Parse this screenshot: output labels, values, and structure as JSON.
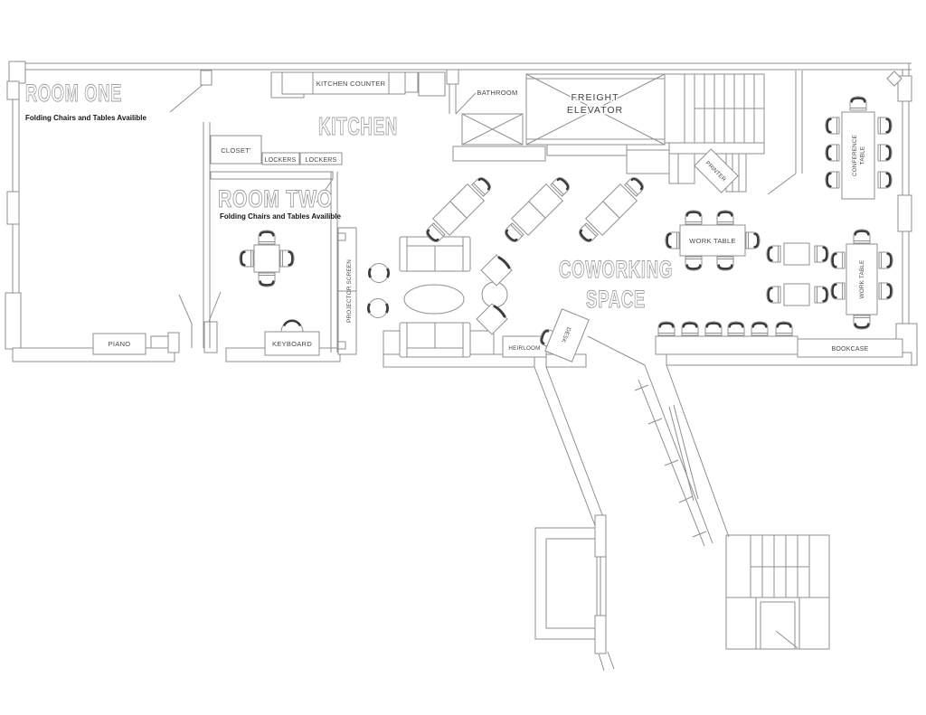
{
  "rooms": {
    "room_one": {
      "title": "ROOM ONE",
      "subtitle": "Folding Chairs and Tables Availible"
    },
    "room_two": {
      "title": "ROOM TWO",
      "subtitle": "Folding Chairs and Tables Availible"
    },
    "kitchen": {
      "title": "KITCHEN"
    },
    "coworking": {
      "line1": "COWORKING",
      "line2": "SPACE"
    },
    "bathroom": {
      "label": "BATHROOM"
    },
    "freight_elevator": {
      "line1": "FREIGHT",
      "line2": "ELEVATOR"
    }
  },
  "labels": {
    "kitchen_counter": "KITCHEN COUNTER",
    "closet": "CLOSET'",
    "lockers_a": "LOCKERS",
    "lockers_b": "LOCKERS",
    "printer": "PRINTER",
    "conference_table_line1": "CONFERENCE",
    "conference_table_line2": "TABLE",
    "work_table_left": "WORK TABLE",
    "work_table_right": "WORK TABLE",
    "piano": "PIANO",
    "keyboard": "KEYBOARD",
    "projector_screen": "PROJECTOR SCREEN",
    "heirloom": "HEIRLOOM",
    "desk": "DESK",
    "bookcase": "BOOKCASE"
  },
  "colors": {
    "wall": "#8f8f8f",
    "accent_dark": "#3b3b3b",
    "label_text": "#474747",
    "background": "#ffffff"
  }
}
